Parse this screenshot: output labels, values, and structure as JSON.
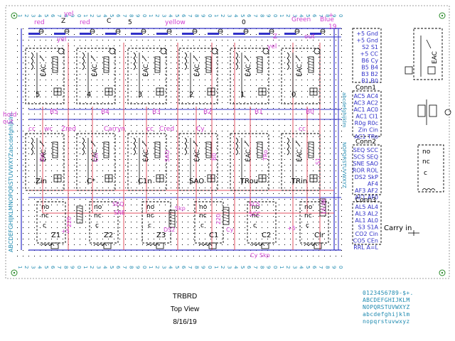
{
  "colors": {
    "blue": "#3030c8",
    "red": "#e05060",
    "magenta": "#d040d0",
    "cyan": "#1f8ab0",
    "black": "#000000",
    "grey": "#808080",
    "green": "#2a8a2a"
  },
  "icons": [
    "mounting-hole-icon",
    "relay-coil-icon",
    "diode-icon",
    "resistor-icon",
    "capacitor-icon",
    "led-icon"
  ],
  "header_labels": [
    "red",
    "Z",
    "yel",
    "red",
    "C",
    "5",
    "yellow",
    "0",
    "Green",
    "Blue",
    "19",
    "out",
    "yel",
    "Z",
    "yel",
    "+"
  ],
  "relay_row1": [
    "5",
    "4",
    "3",
    "2",
    "1",
    "0"
  ],
  "row1_out_labels": [
    "B5",
    "B4",
    "B3",
    "B2",
    "B1",
    "B0"
  ],
  "side_labels": [
    "hold",
    "out"
  ],
  "relay_row2": [
    "Zin",
    "C*",
    "C1n",
    "SAO",
    "TRou",
    "TRin"
  ],
  "row2_top_labels": [
    "cc",
    "wc",
    "Zred",
    "Carryn",
    "cc",
    "Cred",
    "Cy",
    "cc"
  ],
  "row2_mid_labels": [
    "Zin",
    "Cin",
    "SAO",
    "B0",
    "TRo",
    "S1"
  ],
  "relay_row3": [
    "Z1",
    "Z2",
    "Z3",
    "C1",
    "C2",
    "Clr"
  ],
  "row3_labels": [
    "SEQ",
    "SNE",
    "Skp",
    "DS2",
    "Cy",
    "SCS",
    "SCC",
    "Cy Skp",
    "+5",
    "+5",
    "16.9K",
    "220",
    "220"
  ],
  "relay_parts": {
    "no": "no",
    "nc": "nc",
    "c": "c",
    "eac": "EAC"
  },
  "conn1_pins": [
    "+5 Gnd",
    "+5 Gnd",
    "S2 S1",
    "+5 CC",
    "B6 Cy",
    "B5 B4",
    "B3 B2",
    "B1 B0"
  ],
  "conn1_label": "Conn1",
  "conn2_pins": [
    "AC5 AC4",
    "AC3 AC2",
    "AC1 AC0",
    "AC1 CI1",
    "R0g R0c",
    "Zin Cin",
    "AC1 TRo"
  ],
  "conn2_label": "Conn2",
  "conn3_pins": [
    "SEQ SCC",
    "SCS SEQ",
    "SNE SAO",
    "ROR ROL",
    "DS2 SkP",
    "AF4",
    "AF3 AF2",
    "AF1 AF0"
  ],
  "conn3_label": "Conn3",
  "conn4_pins": [
    "AL5 AL4",
    "AL3 AL2",
    "AL1 AL0",
    "S3 S1A",
    "CO2 Cin",
    "CO5 CEn",
    "RRL A=L"
  ],
  "header_scale": "12345678901234567890123456789012345678901234567890",
  "left_margin_text": "ABCDEFGHIJKLMNOPQRSTUVWXYZabcdefghijklm",
  "loose_relay": {
    "label": "EAC"
  },
  "loose_relay2": {
    "no": "no",
    "nc": "nc",
    "c": "c"
  },
  "carry_in_label": "Carry in",
  "title": "TRBRD",
  "subtitle": "Top View",
  "date": "8/16/19",
  "font_legend": [
    "0123456789-$+.",
    "ABCDEFGHIJKLM",
    "NOPQRSTUVWXYZ",
    "abcdefghijklm",
    "nopqrstuvwxyz"
  ]
}
